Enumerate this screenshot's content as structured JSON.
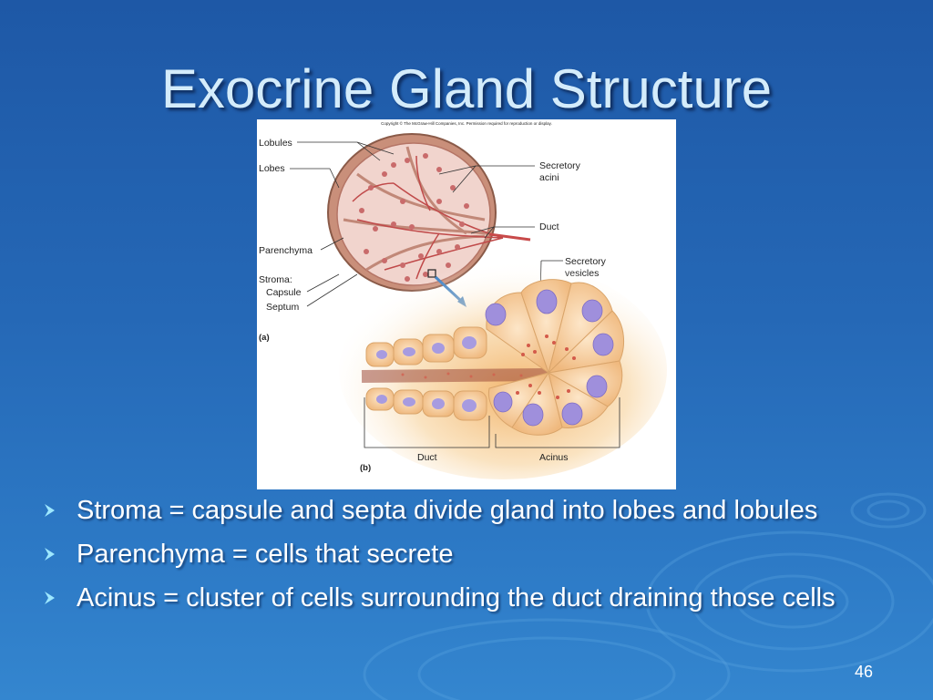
{
  "slide": {
    "title": "Exocrine Gland Structure",
    "page_number": "46"
  },
  "figure": {
    "copyright": "Copyright © The McGraw-Hill Companies, Inc. Permission required for reproduction or display.",
    "labels": {
      "lobules": "Lobules",
      "lobes": "Lobes",
      "parenchyma": "Parenchyma",
      "stroma": "Stroma:",
      "capsule": "Capsule",
      "septum": "Septum",
      "secretory_acini_line1": "Secretory",
      "secretory_acini_line2": "acini",
      "duct_top": "Duct",
      "secretory_vesicles_line1": "Secretory",
      "secretory_vesicles_line2": "vesicles",
      "panel_a": "(a)",
      "panel_b": "(b)",
      "duct_bottom": "Duct",
      "acinus": "Acinus"
    }
  },
  "bullets": [
    {
      "text": "Stroma = capsule and septa divide gland into lobes and lobules"
    },
    {
      "text": "Parenchyma = cells that secrete"
    },
    {
      "text": "Acinus = cluster of cells surrounding the duct draining those cells"
    }
  ],
  "colors": {
    "background": "#2568b6",
    "title_text": "#d4ecfb",
    "bullet_arrow": "#9ee8ff"
  }
}
